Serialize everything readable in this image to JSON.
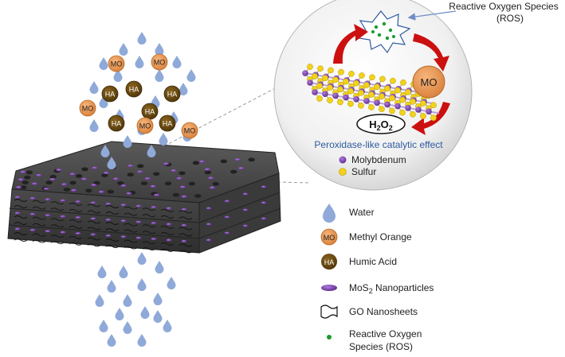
{
  "colors": {
    "water": "#8fa9d9",
    "water_dark": "#6f8cc7",
    "methyl_orange": "#e8964f",
    "humic_acid": "#6b4a12",
    "mos2": "#7a3fb0",
    "membrane": "#4a4a4a",
    "molybdenum": "#6a3d9a",
    "sulfur": "#f2d21a",
    "arrow_red": "#cc1010",
    "ros_green": "#1e9a2e",
    "caption_blue": "#2c5aa0"
  },
  "icons": {
    "water": "water-drop-icon",
    "methyl_orange": "methyl-orange-particle-icon",
    "humic_acid": "humic-acid-particle-icon",
    "mos2": "mos2-nanoparticle-icon",
    "go": "go-nanosheet-icon",
    "ros": "ros-dot-icon"
  },
  "particles": {
    "mo": "MO",
    "ha": "HA"
  },
  "callout": {
    "ros_line1": "Reactive Oxygen Species",
    "ros_line2": "(ROS)",
    "mo_label": "MO",
    "h2o2_label": "H",
    "h2o2_sub1": "2",
    "h2o2_mid": "O",
    "h2o2_sub2": "2",
    "caption": "Peroxidase-like catalytic effect",
    "molybdenum": "Molybdenum",
    "sulfur": "Sulfur"
  },
  "legend": {
    "water": "Water",
    "methyl_orange": "Methyl Orange",
    "humic_acid": "Humic Acid",
    "mos2_prefix": "MoS",
    "mos2_sub": "2",
    "mos2_suffix": " Nanoparticles",
    "go": "GO Nanosheets",
    "ros_line1": "Reactive Oxygen",
    "ros_line2": "Species (ROS)"
  }
}
